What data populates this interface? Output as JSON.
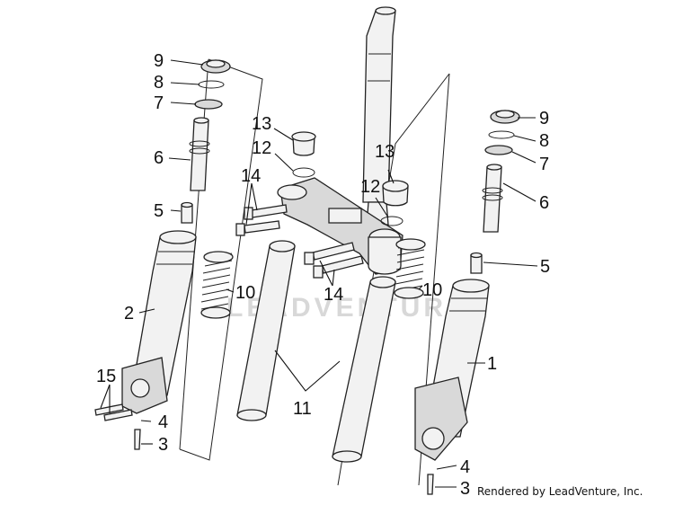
{
  "credit": "Rendered by LeadVenture, Inc.",
  "watermark": "LEADVENTURE",
  "callouts": {
    "c9l": "9",
    "c8l": "8",
    "c7l": "7",
    "c6l": "6",
    "c5l": "5",
    "c2": "2",
    "c15": "15",
    "c4l": "4",
    "c3l": "3",
    "c14a": "14",
    "c13a": "13",
    "c12a": "12",
    "c10l": "10",
    "c14b": "14",
    "c13b": "13",
    "c12b": "12",
    "c11": "11",
    "c10r": "10",
    "c9r": "9",
    "c8r": "8",
    "c7r": "7",
    "c6r": "6",
    "c5r": "5",
    "c1": "1",
    "c4r": "4",
    "c3r": "3"
  }
}
